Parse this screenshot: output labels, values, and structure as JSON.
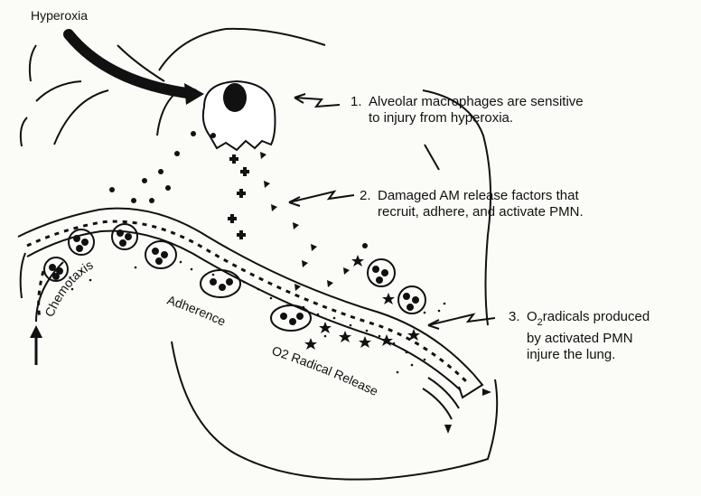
{
  "labels": {
    "stimulus": "Hyperoxia",
    "vessel_chemotaxis": "Chemotaxis",
    "vessel_adherence": "Adherence",
    "vessel_radical_release": "O2 Radical Release"
  },
  "annotations": [
    {
      "number": "1.",
      "line1": "Alveolar macrophages are sensitive",
      "line2": "to injury from hyperoxia."
    },
    {
      "number": "2.",
      "line1": "Damaged AM release factors that",
      "line2": "recruit, adhere, and activate PMN."
    },
    {
      "number": "3.",
      "line1_prefix": "O",
      "line1_sub": "2",
      "line1_suffix": "radicals produced",
      "line2": "by activated PMN",
      "line3": "injure the lung."
    }
  ],
  "colors": {
    "ink": "#111111",
    "paper": "#fbfbf8"
  }
}
